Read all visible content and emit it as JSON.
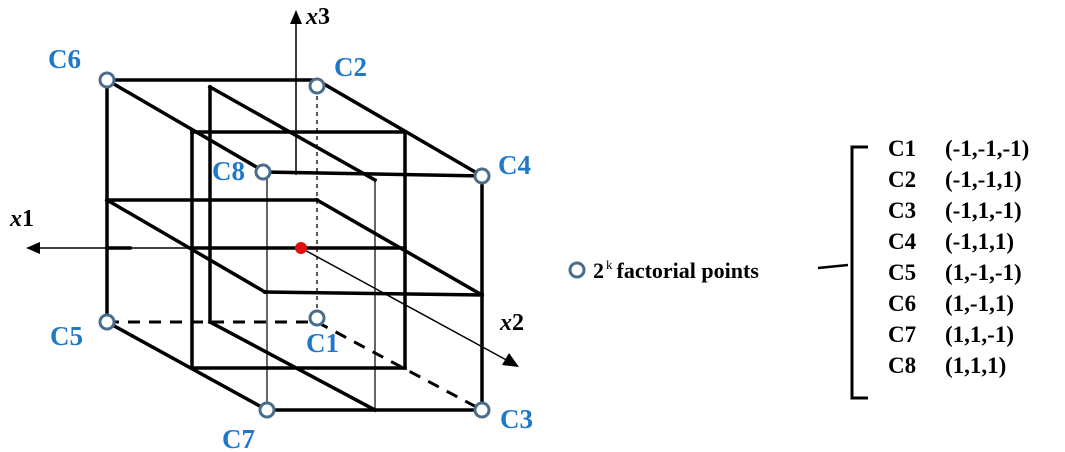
{
  "diagram": {
    "axes": {
      "x1": {
        "var": "x",
        "num": "1"
      },
      "x2": {
        "var": "x",
        "num": "2"
      },
      "x3": {
        "var": "x",
        "num": "3"
      }
    },
    "corners": {
      "C1": "C1",
      "C2": "C2",
      "C3": "C3",
      "C4": "C4",
      "C5": "C5",
      "C6": "C6",
      "C7": "C7",
      "C8": "C8"
    },
    "center_point_color": "#e01010",
    "corner_marker_color": "#4a6d8c",
    "label_color": "#1f78c8"
  },
  "legend": {
    "base": "2",
    "superscript": "k",
    "text": "factorial points"
  },
  "points": [
    {
      "name": "C1",
      "coords": "(-1,-1,-1)"
    },
    {
      "name": "C2",
      "coords": "(-1,-1,1)"
    },
    {
      "name": "C3",
      "coords": "(-1,1,-1)"
    },
    {
      "name": "C4",
      "coords": "(-1,1,1)"
    },
    {
      "name": "C5",
      "coords": "(1,-1,-1)"
    },
    {
      "name": "C6",
      "coords": "(1,-1,1)"
    },
    {
      "name": "C7",
      "coords": "(1,1,-1)"
    },
    {
      "name": "C8",
      "coords": "(1,1,1)"
    }
  ]
}
